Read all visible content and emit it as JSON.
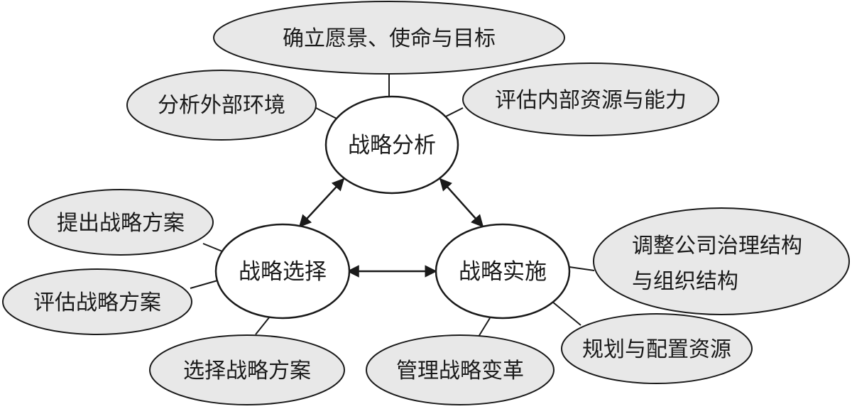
{
  "core": {
    "analysis": "战略分析",
    "choice": "战略选择",
    "implementation": "战略实施"
  },
  "analysis_items": {
    "vision": "确立愿景、使命与目标",
    "external": "分析外部环境",
    "internal": "评估内部资源与能力"
  },
  "choice_items": {
    "propose": "提出战略方案",
    "evaluate": "评估战略方案",
    "select": "选择战略方案"
  },
  "implementation_items": {
    "governance_line1": "调整公司治理结构",
    "governance_line2": "与组织结构",
    "resources": "规划与配置资源",
    "change": "管理战略变革"
  }
}
